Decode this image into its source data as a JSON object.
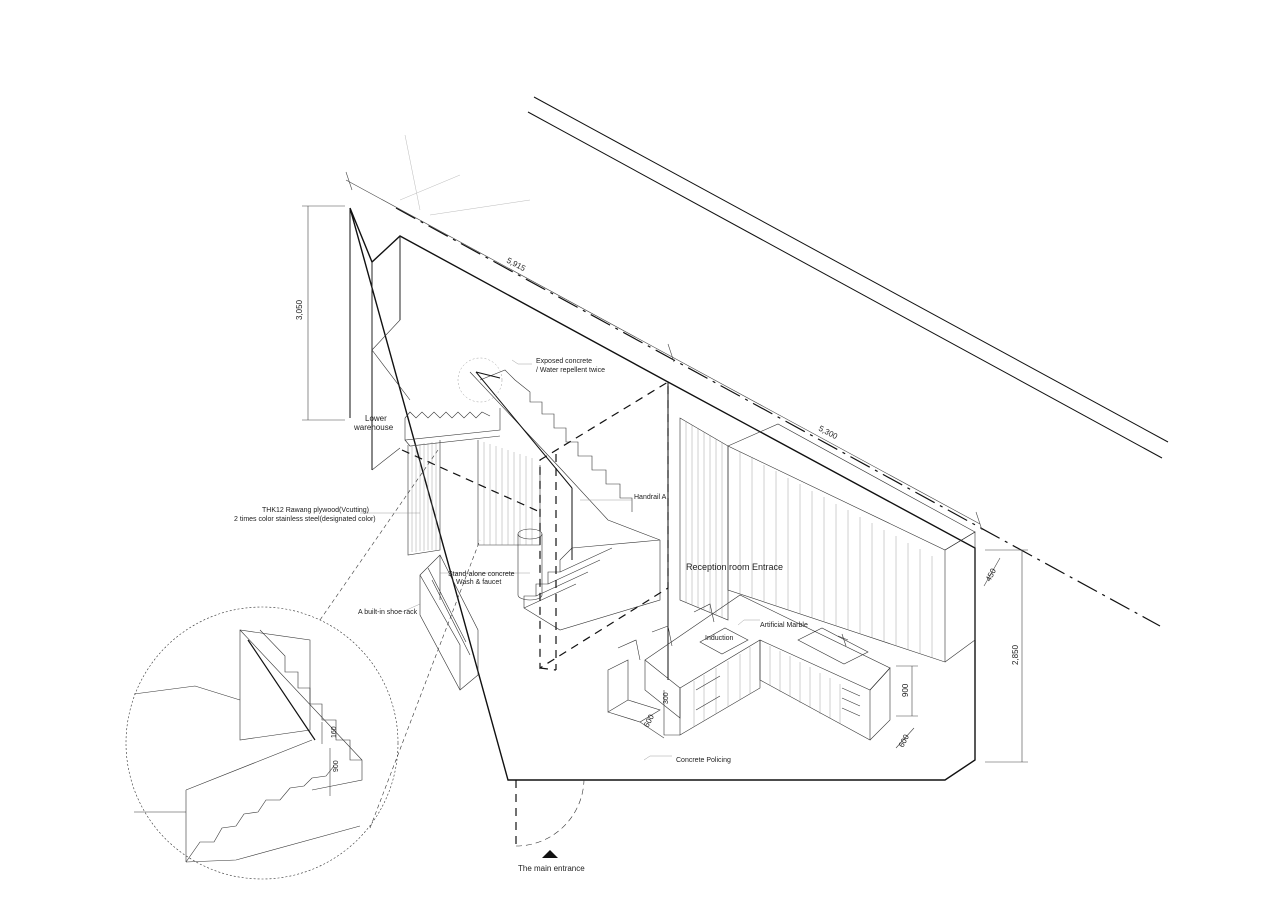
{
  "dimensions": {
    "top_length_1": "5,915",
    "top_length_2": "5,300",
    "left_height": "3,050",
    "right_height": "2,850",
    "counter_height": "900",
    "counter_depth": "600",
    "island_depth": "600",
    "island_seat": "300",
    "upper_cabinet": "450",
    "detail_rise": "160",
    "detail_rail": "900"
  },
  "labels": {
    "exposed_concrete_1": "Exposed concrete",
    "exposed_concrete_2": "/ Water repellent twice",
    "lower_warehouse_1": "Lower",
    "lower_warehouse_2": "warehouse",
    "handrail": "Handrail A",
    "plywood_1": "THK12 Rawang plywood(Vcutting)",
    "plywood_2": "2 times color stainless steel(designated color)",
    "wash_1": "Stand-alone concrete",
    "wash_2": "Wash & faucet",
    "reception": "Reception room Entrace",
    "shoe_rack": "A built-in shoe rack",
    "artificial_marble": "Artificial Marble",
    "induction": "Induction",
    "concrete_policing": "Concrete Policing",
    "main_entrance": "The main entrance"
  }
}
